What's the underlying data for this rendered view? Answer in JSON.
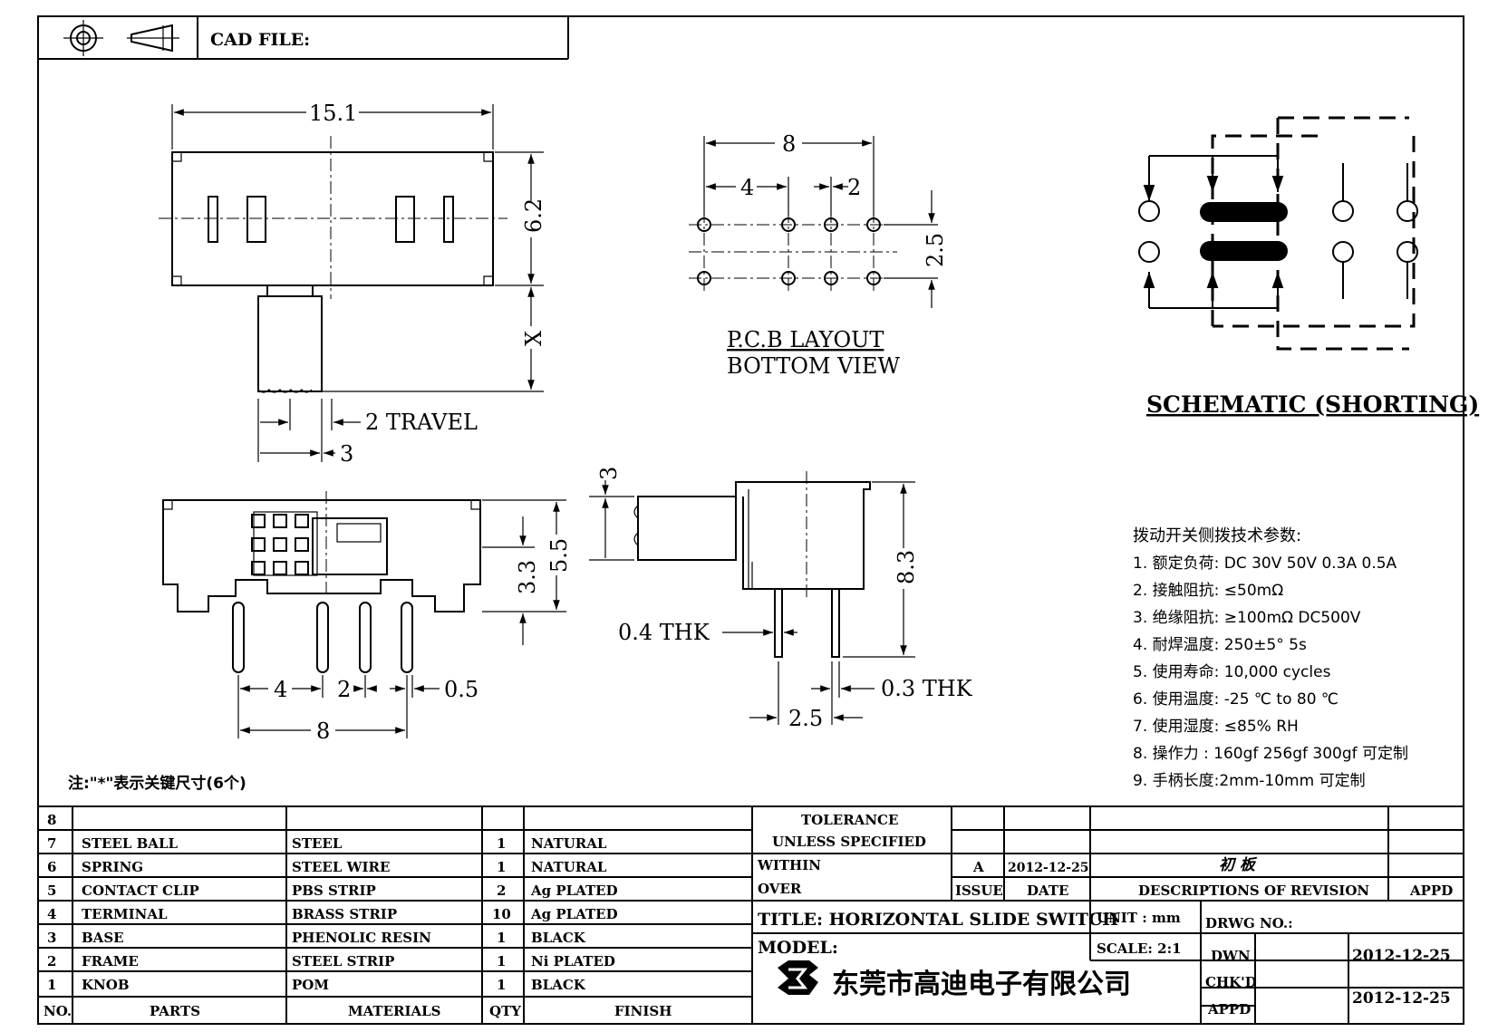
{
  "header": {
    "cad_file_label": "CAD FILE:"
  },
  "top_view": {
    "width_dim": "15.1",
    "height_dim": "6.2",
    "x_dim": "X",
    "travel_dim": "2 TRAVEL",
    "knob_dim": "3"
  },
  "pcb": {
    "dim_total": "8",
    "dim_left": "4",
    "dim_right": "2",
    "dim_vertical": "2.5",
    "title_line1": "P.C.B LAYOUT",
    "title_line2": "BOTTOM VIEW"
  },
  "schematic": {
    "title": "SCHEMATIC (SHORTING)"
  },
  "front_view": {
    "dim_33": "3.3",
    "dim_55": "5.5",
    "dim_4": "4",
    "dim_2": "2",
    "dim_05": "0.5",
    "dim_8": "8"
  },
  "side_view": {
    "dim_3": "3",
    "dim_83": "8.3",
    "thk_04": "0.4 THK",
    "thk_03": "0.3 THK",
    "dim_25": "2.5"
  },
  "note": "注:\"*\"表示关键尺寸(6个)",
  "specs": {
    "title": "拨动开关侧拨技术参数:",
    "items": [
      "1.  额定负荷: DC 30V    50V    0.3A    0.5A",
      "2.  接触阻抗:  ≤50mΩ",
      "3.  绝缘阻抗:  ≥100mΩ   DC500V",
      "4.  耐焊温度: 250±5°  5s",
      "5.  使用寿命: 10,000 cycles",
      "6.  使用温度: -25  ℃  to 80  ℃",
      "7.  使用湿度:  ≤85% RH",
      "8.  操作力 : 160gf    256gf    300gf  可定制",
      "9.  手柄长度:2mm-10mm   可定制"
    ]
  },
  "bom": {
    "header": {
      "no": "NO.",
      "parts": "PARTS",
      "materials": "MATERIALS",
      "qty": "QTY",
      "finish": "FINISH"
    },
    "rows": [
      {
        "no": "8",
        "part": "",
        "material": "",
        "qty": "",
        "finish": ""
      },
      {
        "no": "7",
        "part": "STEEL BALL",
        "material": "STEEL",
        "qty": "1",
        "finish": "NATURAL"
      },
      {
        "no": "6",
        "part": "SPRING",
        "material": "STEEL WIRE",
        "qty": "1",
        "finish": "NATURAL"
      },
      {
        "no": "5",
        "part": "CONTACT CLIP",
        "material": "PBS STRIP",
        "qty": "2",
        "finish": "Ag PLATED"
      },
      {
        "no": "4",
        "part": "TERMINAL",
        "material": "BRASS STRIP",
        "qty": "10",
        "finish": "Ag PLATED"
      },
      {
        "no": "3",
        "part": "BASE",
        "material": "PHENOLIC RESIN",
        "qty": "1",
        "finish": "BLACK"
      },
      {
        "no": "2",
        "part": "FRAME",
        "material": "STEEL STRIP",
        "qty": "1",
        "finish": "Ni PLATED"
      },
      {
        "no": "1",
        "part": "KNOB",
        "material": "POM",
        "qty": "1",
        "finish": "BLACK"
      }
    ]
  },
  "title_block": {
    "tolerance": "TOLERANCE",
    "unless": "UNLESS   SPECIFIED",
    "within": "WITHIN",
    "over": "OVER",
    "issue_value": "A",
    "date_value": "2012-12-25",
    "revision_text": "初 板",
    "issue_label": "ISSUE",
    "date_label": "DATE",
    "descriptions_label": "DESCRIPTIONS OF REVISION",
    "appd_label": "APPD",
    "title": "TITLE: HORIZONTAL SLIDE SWITCH",
    "unit": "UNIT : mm",
    "drwg_no": "DRWG NO.:",
    "model": "MODEL:",
    "scale": "SCALE: 2:1",
    "dwn_label": "DWN",
    "dwn_date": "2012-12-25",
    "chkd_label": "CHK'D",
    "appd2_label": "APPD",
    "chk_date": "2012-12-25",
    "company": "东莞市高迪电子有限公司"
  }
}
